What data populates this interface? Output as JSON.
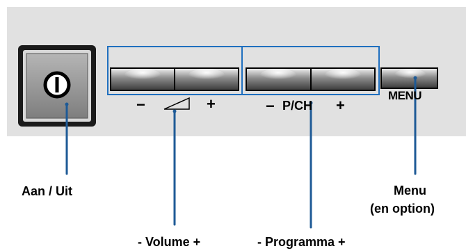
{
  "panel_labels": {
    "menu_text": "MENU",
    "pch_text": "P/CH",
    "minus": "−",
    "plus": "+"
  },
  "callouts": {
    "power": "Aan / Uit",
    "volume": "- Volume +",
    "programma": "- Programma +",
    "menu_line1": "Menu",
    "menu_line2": "(en option)"
  },
  "colors": {
    "panel": "#e1e1e1",
    "callout_line": "#1e5a96",
    "group_box": "#1f6fbf"
  },
  "icons": [
    "power-icon",
    "volume-ramp-icon"
  ]
}
